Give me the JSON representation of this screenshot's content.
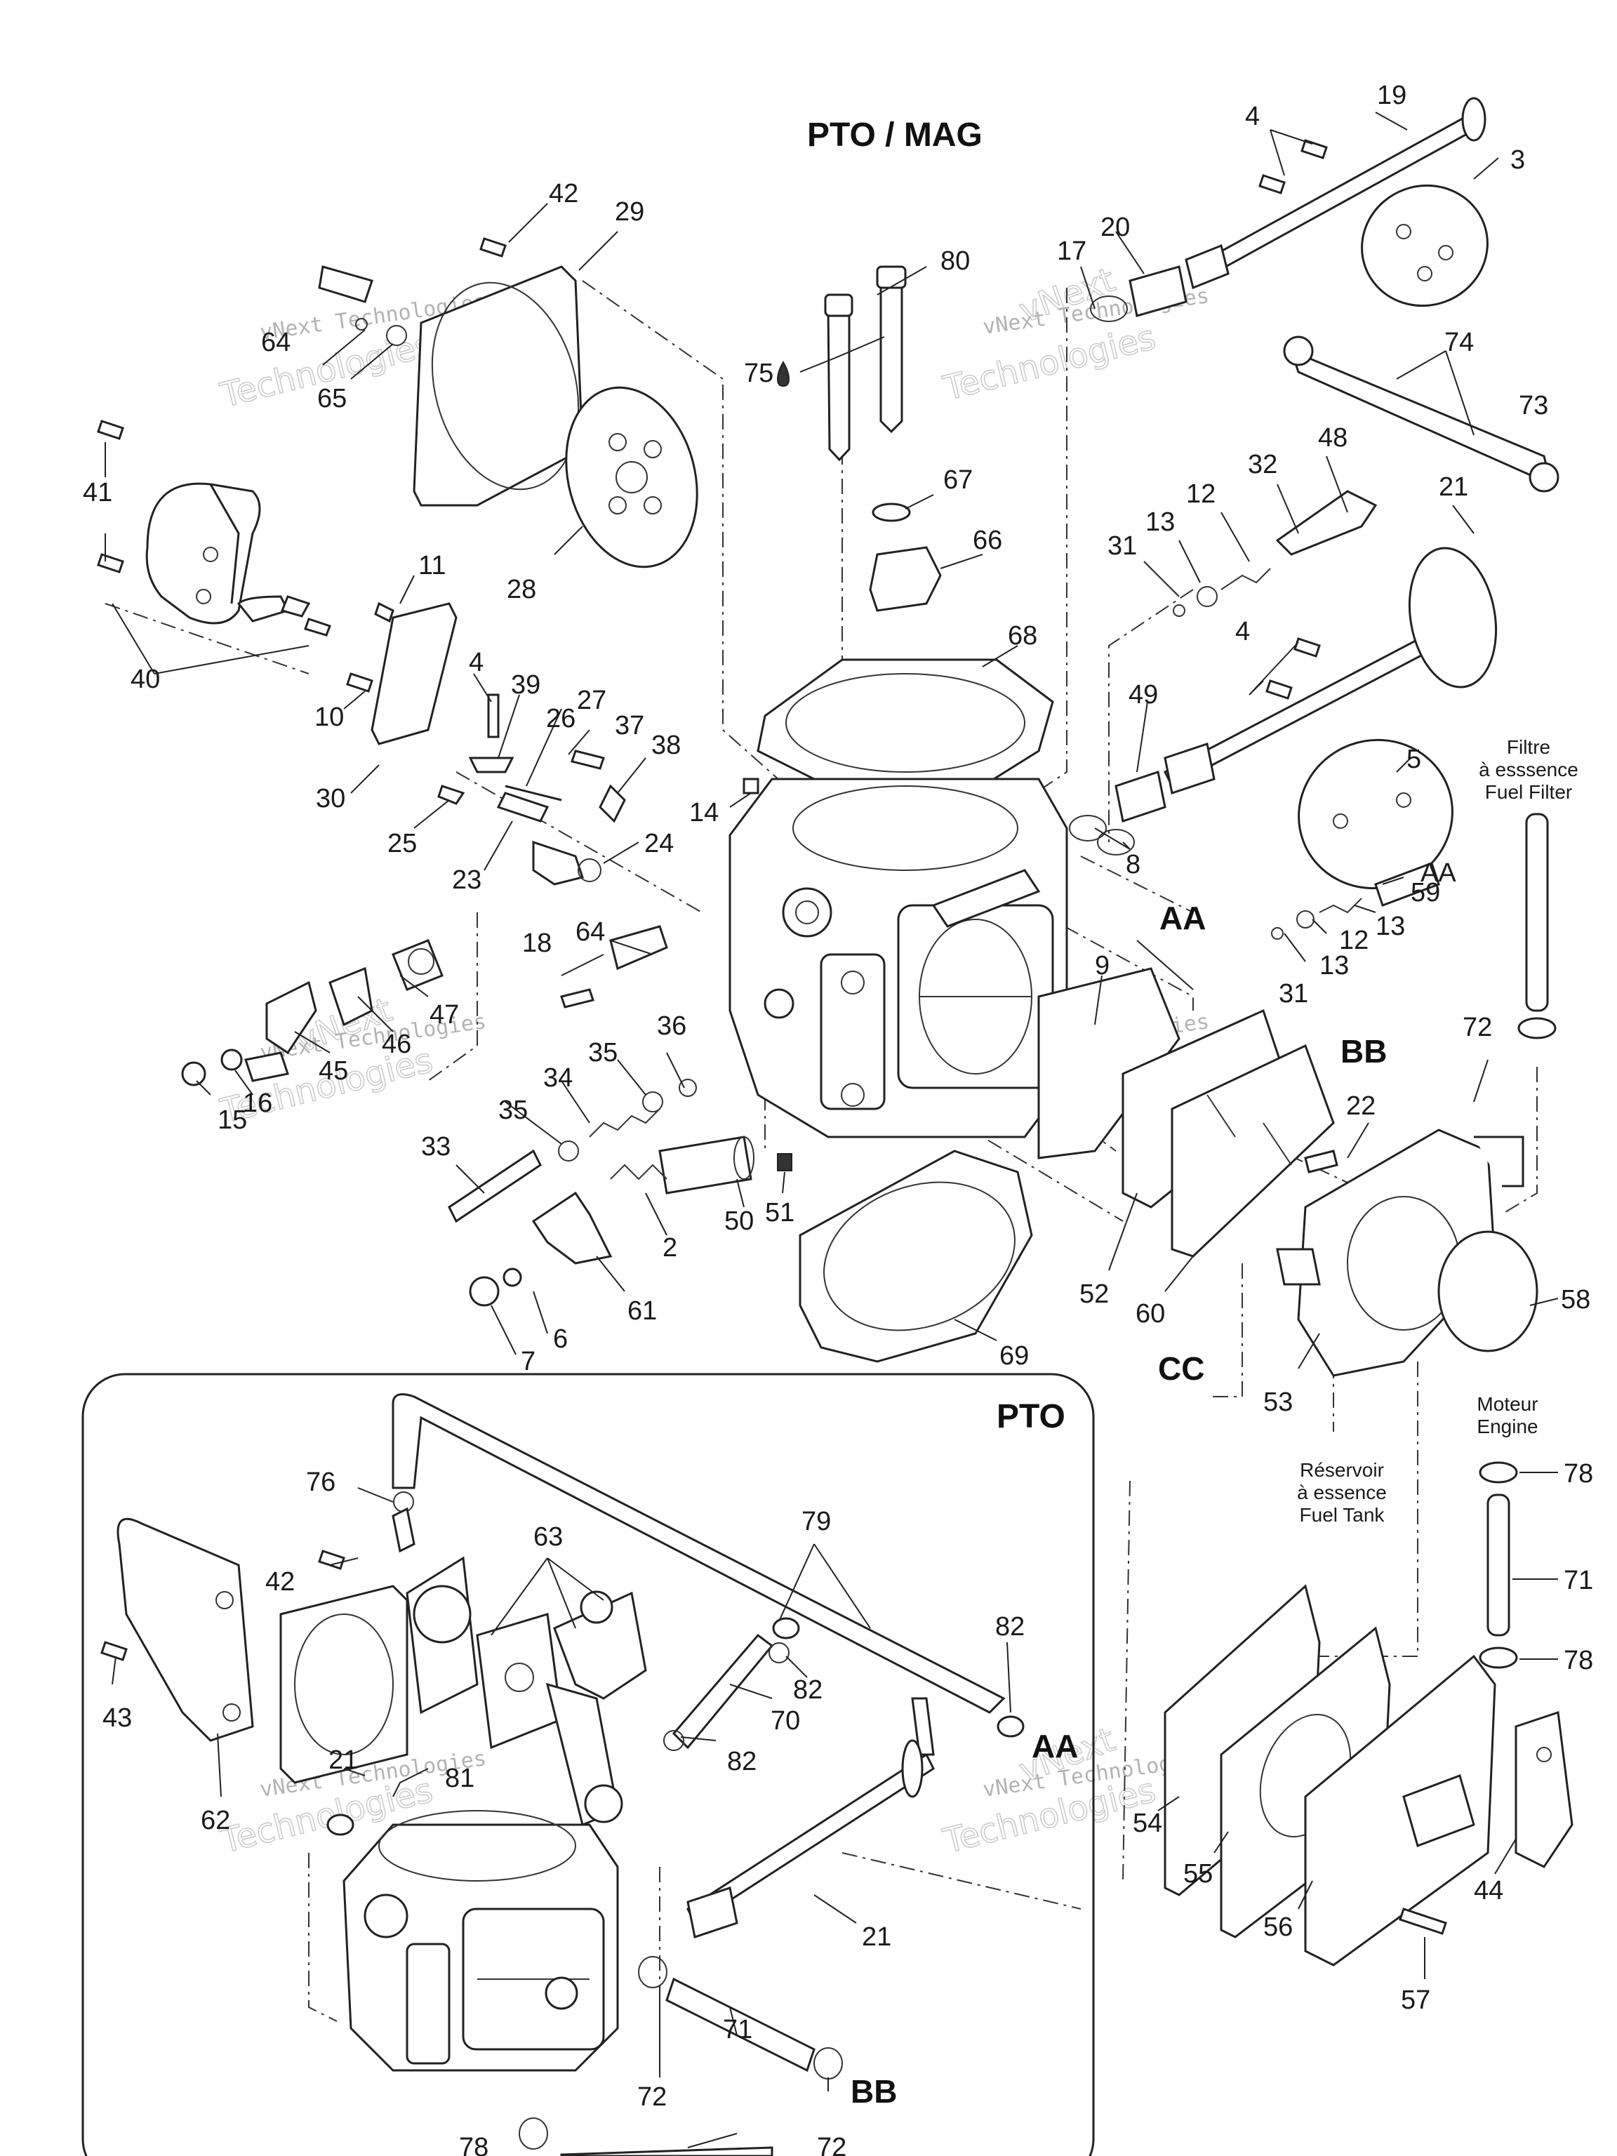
{
  "titles": {
    "main": "PTO / MAG",
    "inset": "PTO"
  },
  "refs": [
    "AA",
    "BB",
    "CC"
  ],
  "notes": {
    "fuel_filter": [
      "Filtre",
      "à esssence",
      "Fuel Filter"
    ],
    "engine": [
      "Moteur",
      "Engine"
    ],
    "fuel_tank": [
      "Réservoir",
      "à essence",
      "Fuel Tank"
    ]
  },
  "watermark": {
    "line1": "vNext Technologies",
    "line2": "Technologies",
    "line3": "vNext"
  },
  "callouts": [
    "19",
    "4",
    "3",
    "42",
    "29",
    "20",
    "17",
    "80",
    "75",
    "74",
    "73",
    "64",
    "65",
    "41",
    "67",
    "66",
    "48",
    "32",
    "12",
    "13",
    "31",
    "21",
    "28",
    "11",
    "40",
    "10",
    "4",
    "39",
    "26",
    "27",
    "37",
    "38",
    "68",
    "4",
    "49",
    "5",
    "30",
    "25",
    "23",
    "24",
    "14",
    "8",
    "AA",
    "59",
    "13",
    "12",
    "13",
    "31",
    "18",
    "64",
    "47",
    "46",
    "45",
    "36",
    "35",
    "34",
    "35",
    "9",
    "BB",
    "22",
    "15",
    "16",
    "33",
    "50",
    "51",
    "2",
    "61",
    "52",
    "60",
    "58",
    "6",
    "7",
    "69",
    "CC",
    "53",
    "76",
    "63",
    "79",
    "42",
    "82",
    "43",
    "82",
    "70",
    "82",
    "81",
    "62",
    "21",
    "72",
    "71",
    "78",
    "72",
    "54",
    "55",
    "56",
    "44",
    "57",
    "78",
    "71",
    "78",
    "BB",
    "AA"
  ]
}
